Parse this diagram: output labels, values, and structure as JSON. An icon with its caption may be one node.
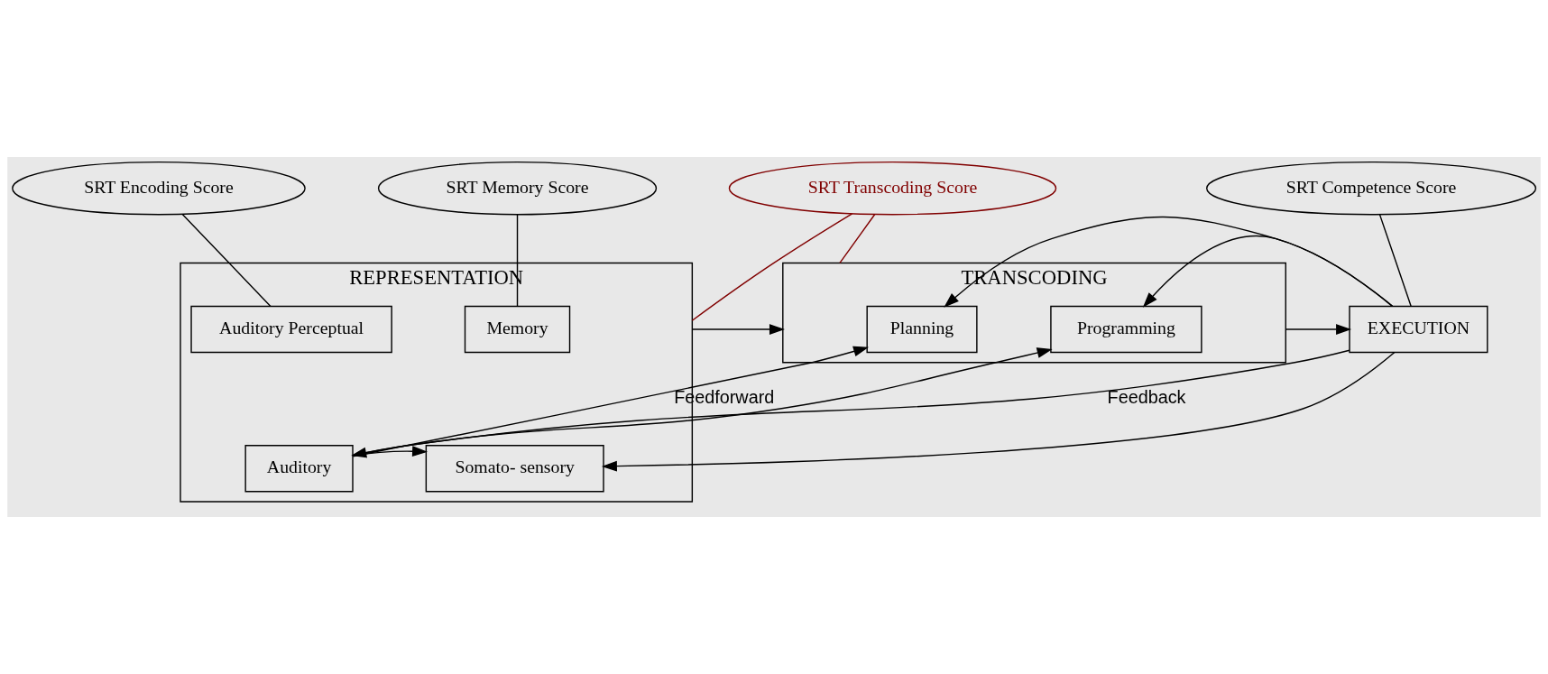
{
  "diagram": {
    "nodes": [
      {
        "text": [
          "SRT Encoding Score"
        ]
      },
      {
        "text": [
          "SRT Memory Score"
        ]
      },
      {
        "text": [
          "SRT Transcoding Score"
        ]
      },
      {
        "text": [
          "SRT Competence Score"
        ]
      },
      {
        "text": [
          "REPRESENTATION"
        ]
      },
      {
        "text": [
          "Auditory Perceptual"
        ],
        "in": 4
      },
      {
        "text": [
          "Memory"
        ],
        "in": 4
      },
      {
        "text": [
          "Auditory"
        ],
        "in": 4
      },
      {
        "text": [
          "Somato- sensory"
        ],
        "in": 4
      },
      {
        "text": [
          "TRANSCODING"
        ]
      },
      {
        "text": [
          "Planning"
        ],
        "in": 9
      },
      {
        "text": [
          "Programming"
        ],
        "in": 9
      },
      {
        "text": [
          "EXECUTION"
        ]
      }
    ],
    "edges": [
      {
        "from": 0,
        "to": 5,
        "arrow": "none"
      },
      {
        "from": 1,
        "to": 6,
        "arrow": "none"
      },
      {
        "from": 2,
        "to": 4,
        "arrow": "none",
        "color": "#800000"
      },
      {
        "from": 2,
        "to": 9,
        "arrow": "none",
        "color": "#800000"
      },
      {
        "from": 3,
        "to": 12,
        "arrow": "none"
      },
      {
        "from": 4,
        "to": 9,
        "arrow": "to"
      },
      {
        "from": 9,
        "to": 12,
        "arrow": "to"
      },
      {
        "from": 7,
        "to": 8,
        "arrow": "to"
      },
      {
        "from": 7,
        "to": 10,
        "arrow": "to",
        "label": "Feedforward"
      },
      {
        "from": 7,
        "to": 11,
        "arrow": "to"
      },
      {
        "from": 12,
        "to": 7,
        "arrow": "to",
        "label": "Feedback"
      },
      {
        "from": 12,
        "to": 8,
        "arrow": "to"
      },
      {
        "from": 12,
        "to": 10,
        "arrow": "to"
      },
      {
        "from": 12,
        "to": 11,
        "arrow": "to"
      }
    ]
  }
}
